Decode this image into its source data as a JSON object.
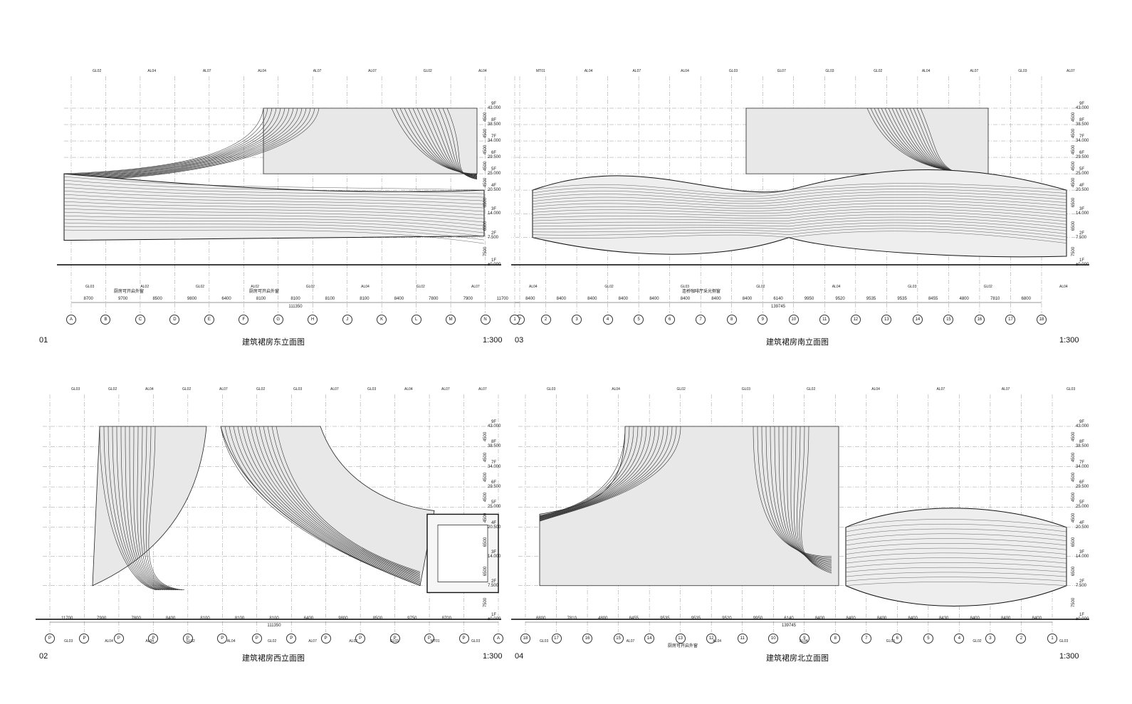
{
  "panels": [
    {
      "id": "01",
      "title": "建筑裙房东立面图",
      "scale": "1:300",
      "levels": [
        {
          "floor": "9F",
          "elev": "43.000"
        },
        {
          "floor": "8F",
          "elev": "38.500"
        },
        {
          "floor": "7F",
          "elev": "34.000"
        },
        {
          "floor": "6F",
          "elev": "29.500"
        },
        {
          "floor": "5F",
          "elev": "25.000"
        },
        {
          "floor": "4F",
          "elev": "20.500"
        },
        {
          "floor": "3F",
          "elev": "14.000"
        },
        {
          "floor": "2F",
          "elev": "7.500"
        },
        {
          "floor": "1F",
          "elev": "±0.000"
        }
      ],
      "level_gaps": [
        "4500",
        "4500",
        "4500",
        "4500",
        "4500",
        "6500",
        "6500",
        "7500"
      ],
      "axes": [
        "A",
        "B",
        "C",
        "D",
        "E",
        "F",
        "G",
        "H",
        "J",
        "K",
        "L",
        "M",
        "N",
        "P"
      ],
      "dims": [
        "8700",
        "9700",
        "8500",
        "9800",
        "6400",
        "8100",
        "8100",
        "8100",
        "8100",
        "8400",
        "7800",
        "7900",
        "11700"
      ],
      "total": "111350",
      "notes": [
        "厨房可开启外窗",
        "厨房可开启外窗"
      ],
      "tags_top": [
        "GL02",
        "AL04",
        "AL07",
        "AL04",
        "AL07",
        "AL07",
        "GL02",
        "AL04"
      ],
      "tags_bottom": [
        "GL03",
        "AL02",
        "GL02",
        "AL02",
        "GL02",
        "AL04",
        "GL02",
        "AL07"
      ]
    },
    {
      "id": "03",
      "title": "建筑裙房南立面图",
      "scale": "1:300",
      "levels": [
        {
          "floor": "9F",
          "elev": "43.000"
        },
        {
          "floor": "8F",
          "elev": "38.500"
        },
        {
          "floor": "7F",
          "elev": "34.000"
        },
        {
          "floor": "6F",
          "elev": "29.500"
        },
        {
          "floor": "5F",
          "elev": "25.000"
        },
        {
          "floor": "4F",
          "elev": "20.500"
        },
        {
          "floor": "3F",
          "elev": "14.000"
        },
        {
          "floor": "2F",
          "elev": "7.500"
        },
        {
          "floor": "1F",
          "elev": "±0.000"
        }
      ],
      "level_gaps": [
        "4500",
        "4500",
        "4500",
        "4500",
        "4500",
        "6500",
        "6500",
        "7500"
      ],
      "axes": [
        "1",
        "2",
        "3",
        "4",
        "5",
        "6",
        "7",
        "8",
        "9",
        "10",
        "11",
        "12",
        "13",
        "14",
        "15",
        "16",
        "17",
        "18"
      ],
      "dims": [
        "8400",
        "8400",
        "8400",
        "8400",
        "8400",
        "8400",
        "8400",
        "8400",
        "6140",
        "9950",
        "9520",
        "9535",
        "9535",
        "8455",
        "4800",
        "7810",
        "6800"
      ],
      "total": "139745",
      "notes": [
        "连桥咖啡厅采光侧窗"
      ],
      "tags_top": [
        "MT01",
        "AL04",
        "AL07",
        "AL04",
        "GL03",
        "GL07",
        "GL03",
        "GL02",
        "AL04",
        "AL07",
        "GL03",
        "AL07"
      ],
      "tags_bottom": [
        "AL04",
        "GL02",
        "GL03",
        "GL02",
        "AL04",
        "GL03",
        "GL02",
        "AL04"
      ]
    },
    {
      "id": "02",
      "title": "建筑裙房西立面图",
      "scale": "1:300",
      "levels": [
        {
          "floor": "9F",
          "elev": "43.000"
        },
        {
          "floor": "8F",
          "elev": "38.500"
        },
        {
          "floor": "7F",
          "elev": "34.000"
        },
        {
          "floor": "6F",
          "elev": "29.500"
        },
        {
          "floor": "5F",
          "elev": "25.000"
        },
        {
          "floor": "4F",
          "elev": "20.500"
        },
        {
          "floor": "3F",
          "elev": "14.000"
        },
        {
          "floor": "2F",
          "elev": "7.500"
        },
        {
          "floor": "1F",
          "elev": "±0.000"
        }
      ],
      "level_gaps": [
        "4500",
        "4500",
        "4500",
        "4500",
        "4500",
        "6500",
        "6500",
        "7500"
      ],
      "axes": [
        "P",
        "P",
        "P",
        "P",
        "P",
        "P",
        "P",
        "P",
        "P",
        "P",
        "P",
        "P",
        "P",
        "A"
      ],
      "dims": [
        "11700",
        "7900",
        "7800",
        "8400",
        "8100",
        "8100",
        "8100",
        "6400",
        "9800",
        "8500",
        "9750",
        "8700"
      ],
      "total": "111350",
      "notes": [],
      "tags_top": [
        "GL03",
        "GL02",
        "AL04",
        "GL02",
        "AL07",
        "GL02",
        "GL03",
        "AL07",
        "GL03",
        "AL04",
        "AL07",
        "AL07"
      ],
      "tags_bottom": [
        "GL03",
        "AL04",
        "AL04",
        "GL02",
        "AL04",
        "GL02",
        "AL07",
        "AL02",
        "GL03",
        "MT01",
        "GL03"
      ]
    },
    {
      "id": "04",
      "title": "建筑裙房北立面图",
      "scale": "1:300",
      "levels": [
        {
          "floor": "9F",
          "elev": "43.000"
        },
        {
          "floor": "8F",
          "elev": "38.500"
        },
        {
          "floor": "7F",
          "elev": "34.000"
        },
        {
          "floor": "6F",
          "elev": "29.500"
        },
        {
          "floor": "5F",
          "elev": "25.000"
        },
        {
          "floor": "4F",
          "elev": "20.500"
        },
        {
          "floor": "3F",
          "elev": "14.000"
        },
        {
          "floor": "2F",
          "elev": "7.500"
        },
        {
          "floor": "1F",
          "elev": "±0.000"
        }
      ],
      "level_gaps": [
        "4500",
        "4500",
        "4500",
        "4500",
        "4500",
        "6500",
        "6500",
        "7500"
      ],
      "axes": [
        "18",
        "17",
        "16",
        "15",
        "14",
        "13",
        "12",
        "11",
        "10",
        "9",
        "8",
        "7",
        "6",
        "5",
        "4",
        "3",
        "2",
        "1"
      ],
      "dims": [
        "6800",
        "7810",
        "4800",
        "8455",
        "9535",
        "9535",
        "9520",
        "9950",
        "6140",
        "8400",
        "8400",
        "8400",
        "8400",
        "8430",
        "8400",
        "8400",
        "8400"
      ],
      "total": "139745",
      "notes": [
        "厨房可开启外窗"
      ],
      "tags_top": [
        "GL03",
        "AL04",
        "GL02",
        "GL03",
        "GL02",
        "AL04",
        "AL07",
        "AL07",
        "GL03"
      ],
      "tags_bottom": [
        "GL03",
        "AL07",
        "AL04",
        "AL04",
        "GL03",
        "GL02",
        "GL03"
      ]
    }
  ]
}
